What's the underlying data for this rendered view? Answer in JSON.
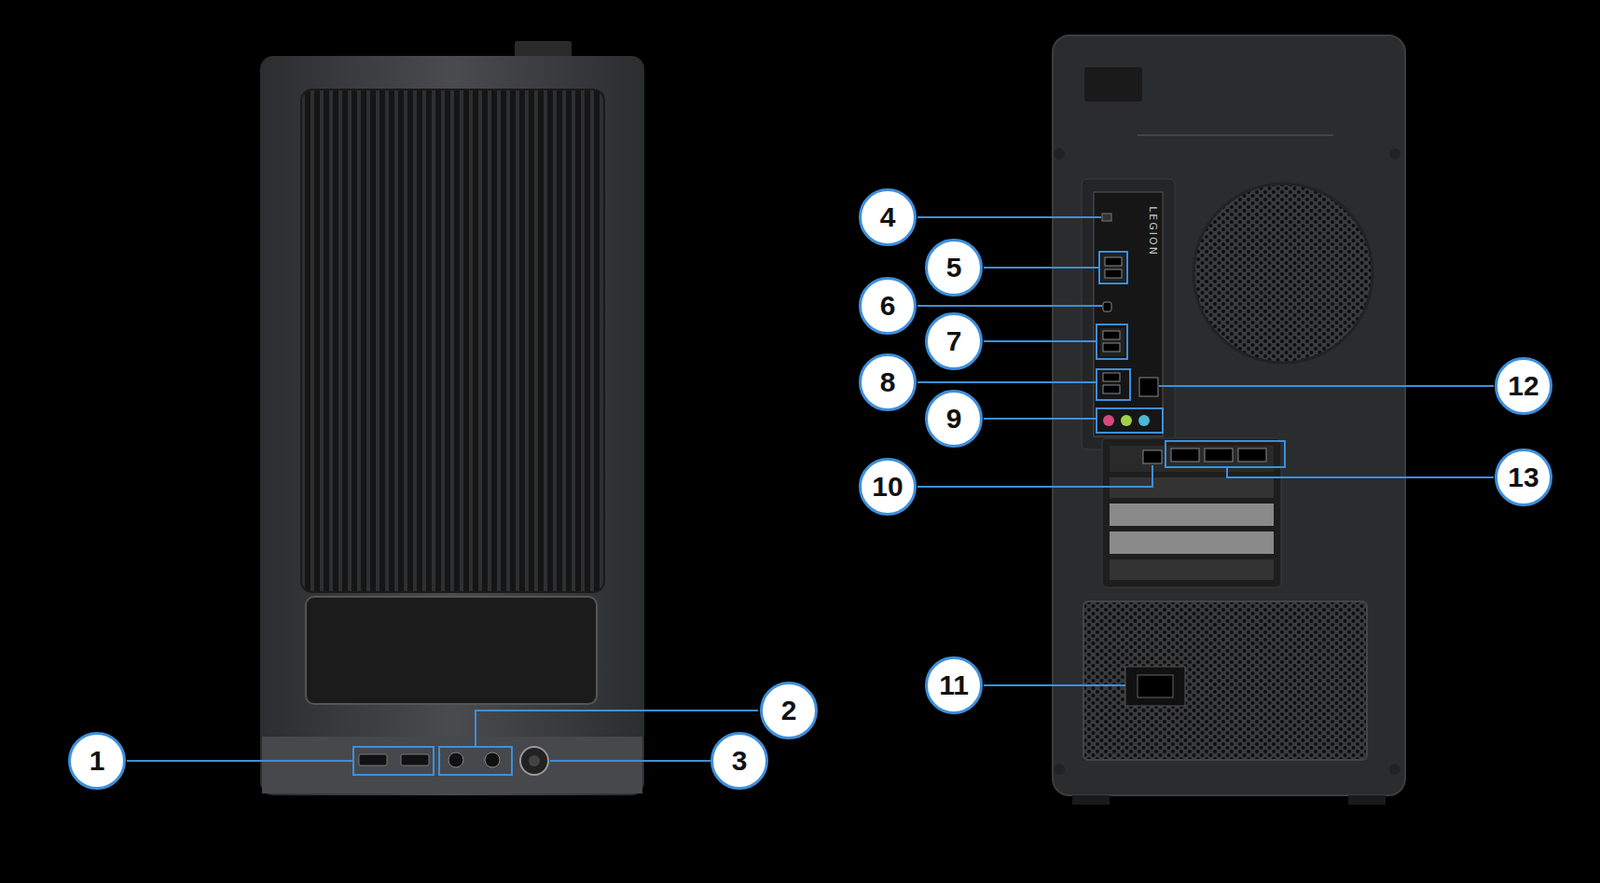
{
  "diagram": {
    "labels": [
      "1",
      "2",
      "3",
      "4",
      "5",
      "6",
      "7",
      "8",
      "9",
      "10",
      "11",
      "12",
      "13",
      "LEGION"
    ]
  }
}
